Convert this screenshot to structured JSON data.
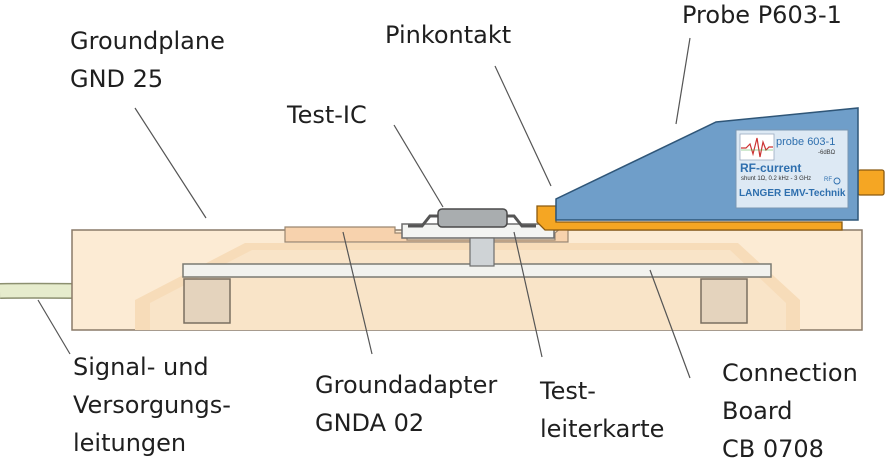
{
  "labels": {
    "groundplane": [
      "Groundplane",
      "GND 25"
    ],
    "pinkontakt": "Pinkontakt",
    "probe": "Probe P603-1",
    "test_ic": "Test-IC",
    "signal": [
      "Signal- und",
      "Versorgungs-",
      "leitungen"
    ],
    "groundadapter": [
      "Groundadapter",
      "GNDA 02"
    ],
    "testleiterkarte": [
      "Test-",
      "leiterkarte"
    ],
    "connection_board": [
      "Connection",
      "Board",
      "CB 0708"
    ]
  },
  "probe_plate": {
    "model": "probe 603-1",
    "attenuation": "-6dBΩ",
    "function": "RF-current",
    "spec": "shunt 1Ω,  0.2 kHz - 3 GHz",
    "rf_mark": "RF",
    "manufacturer": "LANGER EMV-Technik"
  },
  "colors": {
    "board_fill": "#fcebd4",
    "board_stroke": "#8a7a68",
    "probe_body": "#6f9ec9",
    "probe_tip": "#f5a623",
    "plate_fill": "#dde9f4",
    "plate_text": "#2e6fae",
    "cable": "#e6eccd",
    "leader_lines": "#555555"
  }
}
